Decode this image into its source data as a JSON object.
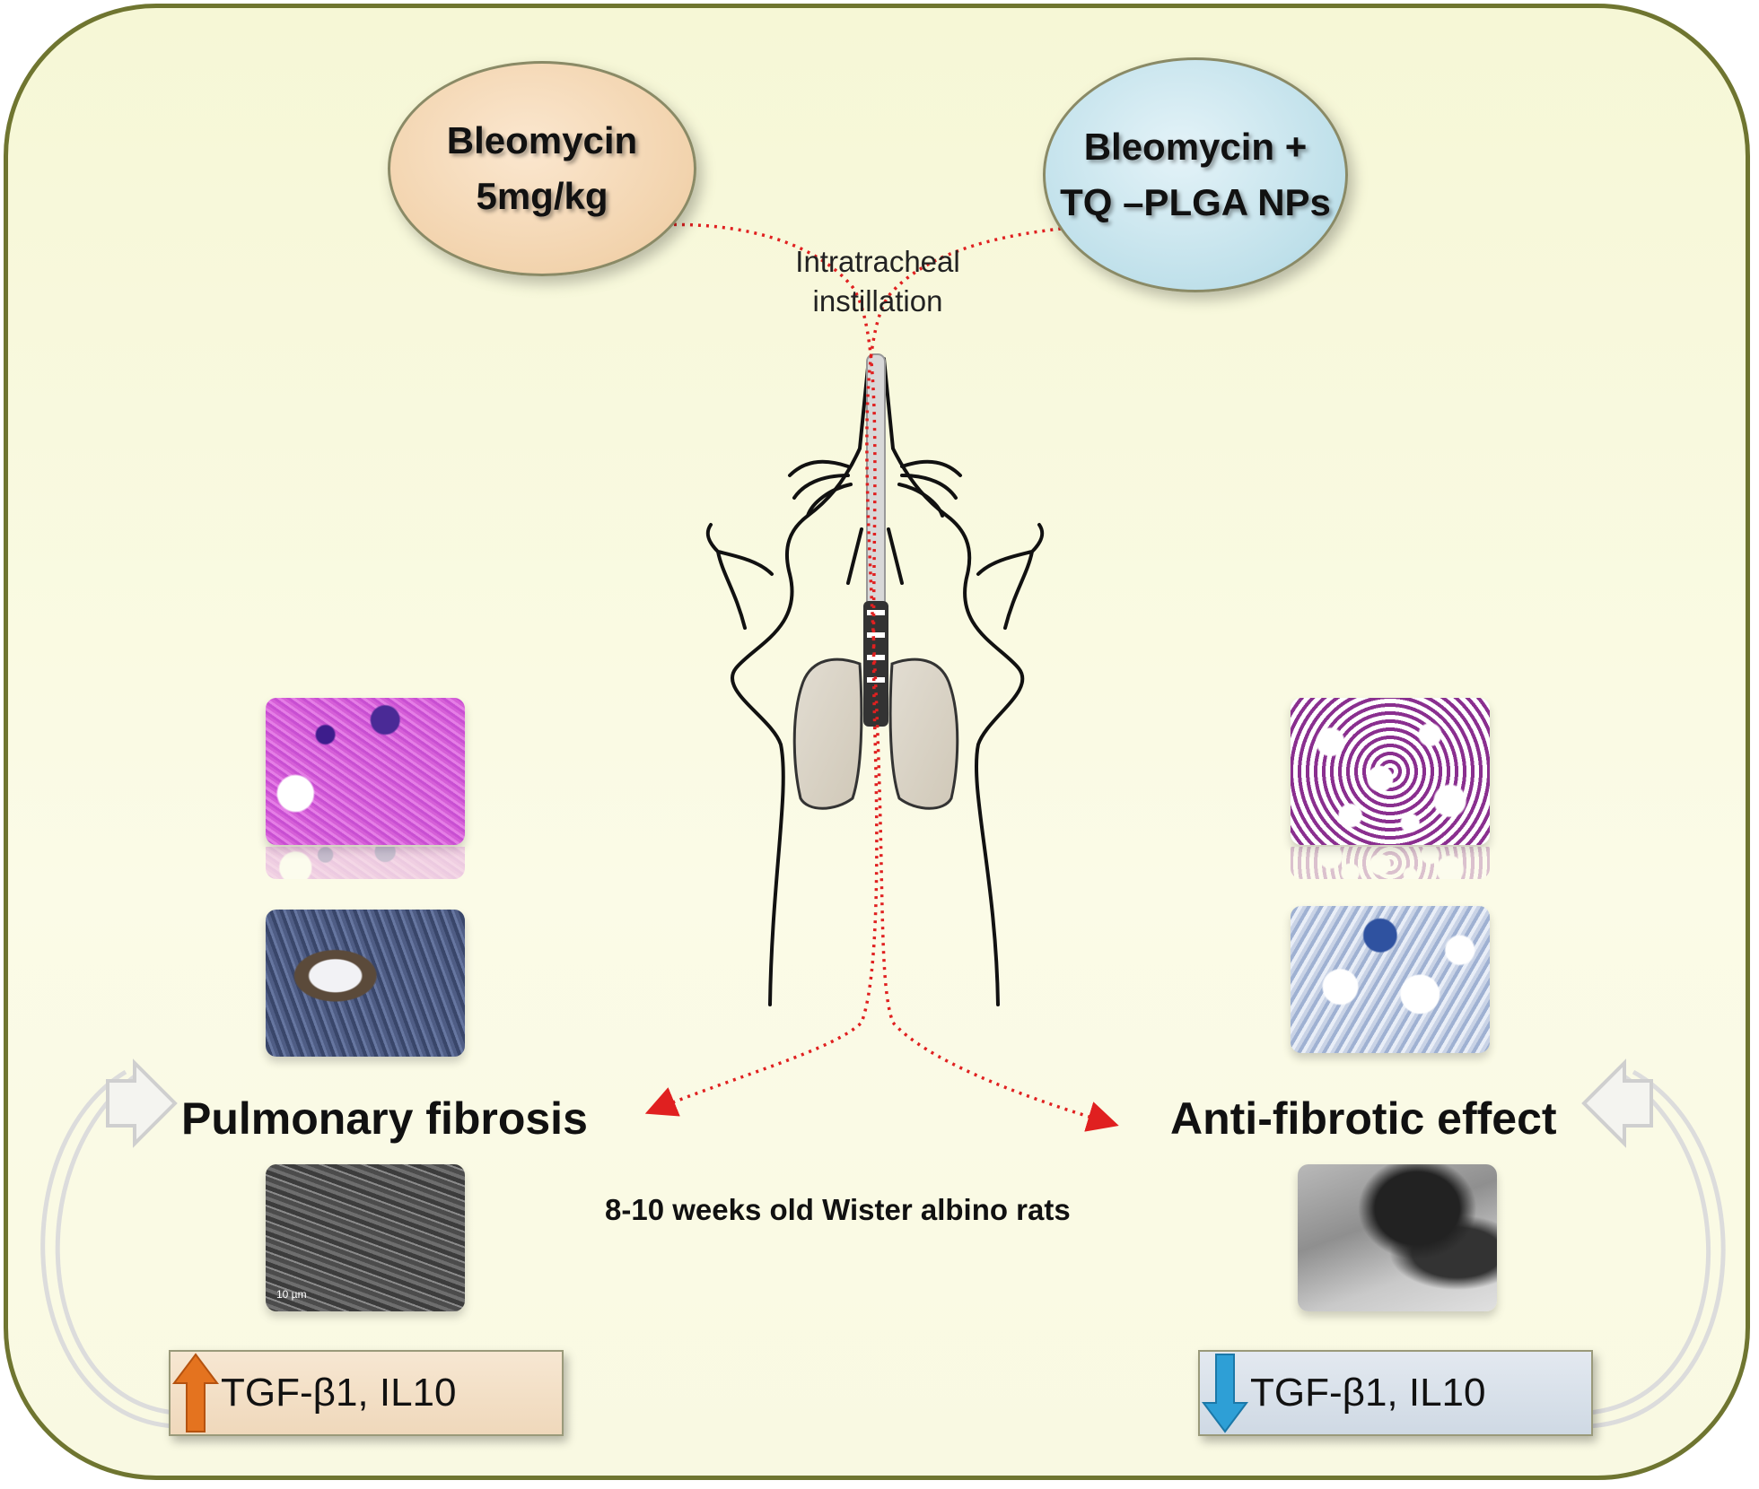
{
  "left_oval": {
    "line1": "Bleomycin",
    "line2": "5mg/kg"
  },
  "right_oval": {
    "line1": "Bleomycin +",
    "line2": "TQ –PLGA NPs"
  },
  "route": {
    "line1": "Intratracheal",
    "line2": "instillation"
  },
  "left_outcome": "Pulmonary fibrosis",
  "right_outcome": "Anti-fibrotic effect",
  "subject": "8-10 weeks old  Wister albino rats",
  "left_markers": {
    "text": "TGF-β1,  IL10",
    "direction": "up",
    "arrow_color": "#e4731f"
  },
  "right_markers": {
    "text": "TGF-β1,  IL10",
    "direction": "down",
    "arrow_color": "#2e9fd6"
  },
  "scale_bar": "10 µm",
  "colors": {
    "panel_border": "#6f7530",
    "route_line": "#e02020"
  }
}
